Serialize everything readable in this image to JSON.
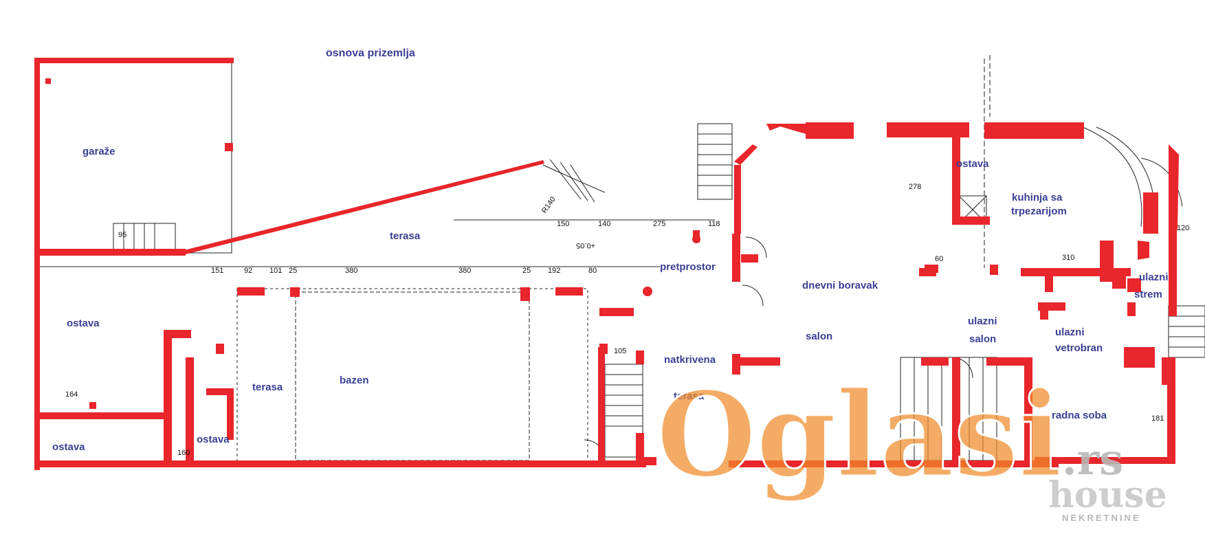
{
  "plan": {
    "title": "osnova prizemlja",
    "rooms": {
      "garaze": "garaže",
      "ostava_left": "ostava",
      "ostava_bottom_left": "ostava",
      "ostava_small": "ostava",
      "terasa_top": "terasa",
      "terasa_left": "terasa",
      "bazen": "bazen",
      "pretprostor": "pretprostor",
      "natkrivena": "natkrivena",
      "terasa_covered": "terasa",
      "dnevni_boravak": "dnevni boravak",
      "salon": "salon",
      "ostava_kitchen": "ostava",
      "kuhinja_1": "kuhinja sa",
      "kuhinja_2": "trpezarijom",
      "ulazni_salon_1": "ulazni",
      "ulazni_salon_2": "salon",
      "ulazni_vetrobran_1": "ulazni",
      "ulazni_vetrobran_2": "vetrobran",
      "ulazni_strem_1": "ulazni",
      "ulazni_strem_2": "strem",
      "radna_soba": "radna soba"
    },
    "dimensions": {
      "d_380": "380",
      "d_192": "192",
      "d_101": "101",
      "d_92": "92",
      "d_151": "151",
      "d_25a": "25",
      "d_25b": "25",
      "d_80": "80",
      "d_275": "275",
      "d_150": "150",
      "d_140": "140",
      "d_118": "118",
      "d_310": "310",
      "d_278": "278",
      "d_164": "164",
      "d_160": "160",
      "d_105": "105",
      "d_95": "95",
      "d_181": "181",
      "d_120": "120",
      "d_60": "60",
      "level": "+0.05",
      "r140": "R140"
    },
    "colors": {
      "wall": "#e8262b",
      "line": "#222222",
      "label": "#3a3f94",
      "watermark_orange": "#f08a2a",
      "watermark_gray": "#b8b8b8"
    }
  },
  "watermark": {
    "brand": "Oglasi",
    "tld": ".rs",
    "sub": "house",
    "tagline": "NEKRETNINE"
  }
}
